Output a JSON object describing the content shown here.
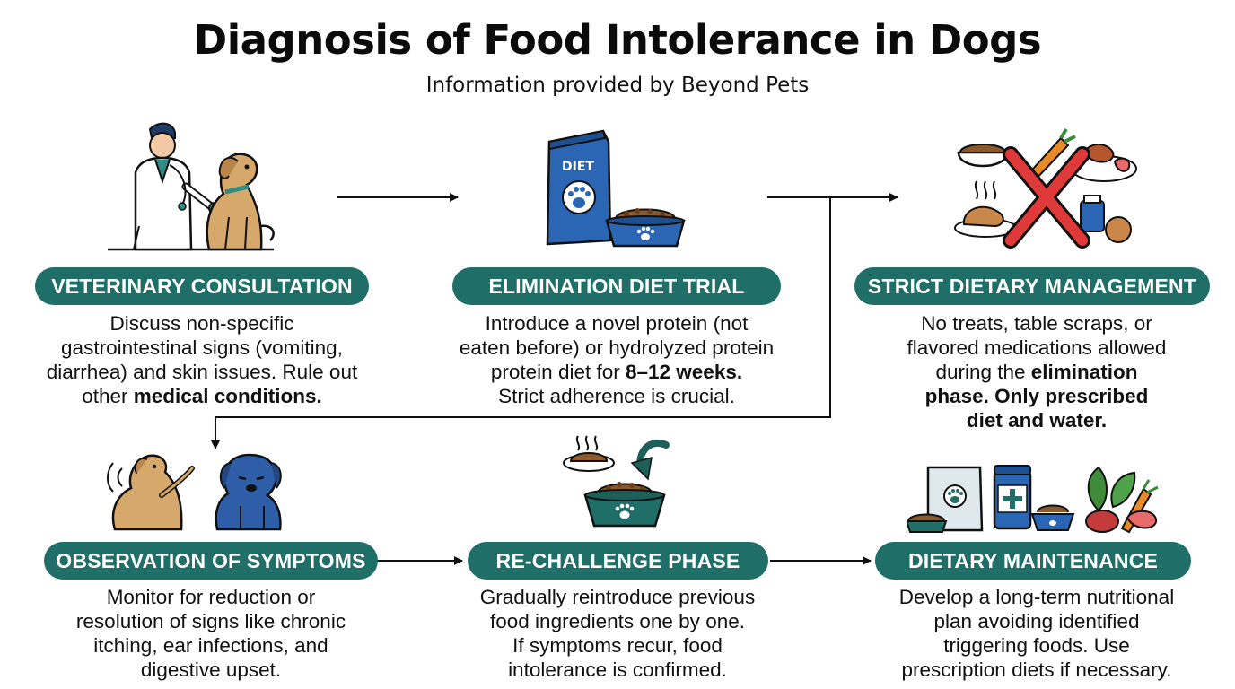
{
  "header": {
    "title": "Diagnosis of Food Intolerance in Dogs",
    "subtitle": "Information provided by Beyond Pets"
  },
  "steps": [
    {
      "label": "VETERINARY CONSULTATION",
      "illustration": "vet-with-dog",
      "desc": [
        {
          "t": "Discuss non-specific",
          "br": true
        },
        {
          "t": "gastrointestinal signs (vomiting,",
          "br": true
        },
        {
          "t": "diarrhea) and skin issues. Rule out",
          "br": true
        },
        {
          "t": "other "
        },
        {
          "t": "medical conditions.",
          "b": true
        }
      ]
    },
    {
      "label": "ELIMINATION DIET TRIAL",
      "illustration": "diet-bag-and-bowl",
      "bag_text": "DIET",
      "desc": [
        {
          "t": "Introduce a novel protein (not",
          "br": true
        },
        {
          "t": "eaten before) or hydrolyzed protein",
          "br": true
        },
        {
          "t": "protein diet for "
        },
        {
          "t": "8–12 weeks.",
          "b": true,
          "br": true
        },
        {
          "t": "Strict adherence is crucial."
        }
      ]
    },
    {
      "label": "STRICT DIETARY MANAGEMENT",
      "illustration": "forbidden-foods-cross",
      "desc": [
        {
          "t": "No treats, table scraps, or",
          "br": true
        },
        {
          "t": "flavored medications allowed",
          "br": true
        },
        {
          "t": "during the "
        },
        {
          "t": "elimination",
          "b": true,
          "br": true
        },
        {
          "t": "phase. Only prescribed",
          "b": true,
          "br": true
        },
        {
          "t": "diet and water.",
          "b": true
        }
      ]
    },
    {
      "label": "OBSERVATION OF SYMPTOMS",
      "illustration": "itchy-and-sad-dogs",
      "desc": [
        {
          "t": "Monitor for reduction or",
          "br": true
        },
        {
          "t": "resolution of signs like chronic",
          "br": true
        },
        {
          "t": "itching, ear infections, and",
          "br": true
        },
        {
          "t": "digestive upset."
        }
      ]
    },
    {
      "label": "RE-CHALLENGE PHASE",
      "illustration": "food-reintroduction-bowl",
      "desc": [
        {
          "t": "Gradually reintroduce previous",
          "br": true
        },
        {
          "t": "food ingredients one by one.",
          "br": true
        },
        {
          "t": "If symptoms recur, food",
          "br": true
        },
        {
          "t": "intolerance is confirmed."
        }
      ]
    },
    {
      "label": "DIETARY MAINTENANCE",
      "illustration": "prescription-food-and-veggies",
      "desc": [
        {
          "t": "Develop a long-term nutritional",
          "br": true
        },
        {
          "t": "plan avoiding identified",
          "br": true
        },
        {
          "t": "triggering foods. Use",
          "br": true
        },
        {
          "t": "prescription diets if necessary."
        }
      ]
    }
  ],
  "colors": {
    "teal": "#1f6f68",
    "dark_teal": "#1d5f59",
    "dog_tan": "#d6a86b",
    "dog_blue": "#2f5ea8",
    "bag_blue": "#2b66b5",
    "red_cross": "#e0393a",
    "orange": "#e88a2a"
  }
}
